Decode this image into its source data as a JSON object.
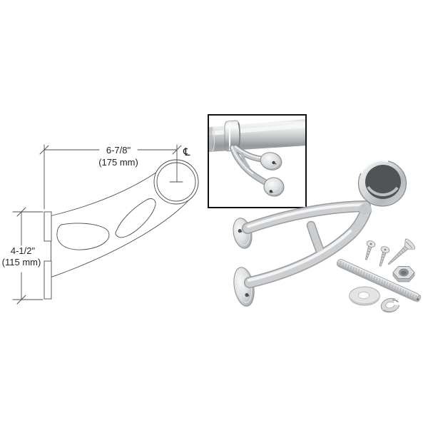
{
  "page": {
    "background": "#ffffff",
    "kind": "product-illustration"
  },
  "technical_drawing": {
    "width_dimension": {
      "inches": "6-7/8\"",
      "metric": "(175 mm)"
    },
    "height_dimension": {
      "inches": "4-1/2\"",
      "metric": "(115 mm)"
    },
    "centerline_symbol": "℄"
  },
  "photos": {
    "inset": {
      "parts": [
        "round-rail-tube",
        "bar-bracket-collar",
        "mounting-foot",
        "mounting-foot"
      ]
    },
    "main": {
      "parts": [
        "bar-mount-bracket",
        "pan-head-screw",
        "pan-head-screw",
        "flat-head-screw",
        "hex-nut",
        "threaded-rod",
        "flat-washer",
        "lock-washer"
      ]
    }
  },
  "colors": {
    "drawing_line": "#4d4d4d",
    "text": "#232323",
    "inset_border": "#111111",
    "chrome_light": "#f2f3f4",
    "chrome_mid": "#c7cacc",
    "chrome_dark": "#8e9194",
    "ring_hole": "#515457"
  }
}
